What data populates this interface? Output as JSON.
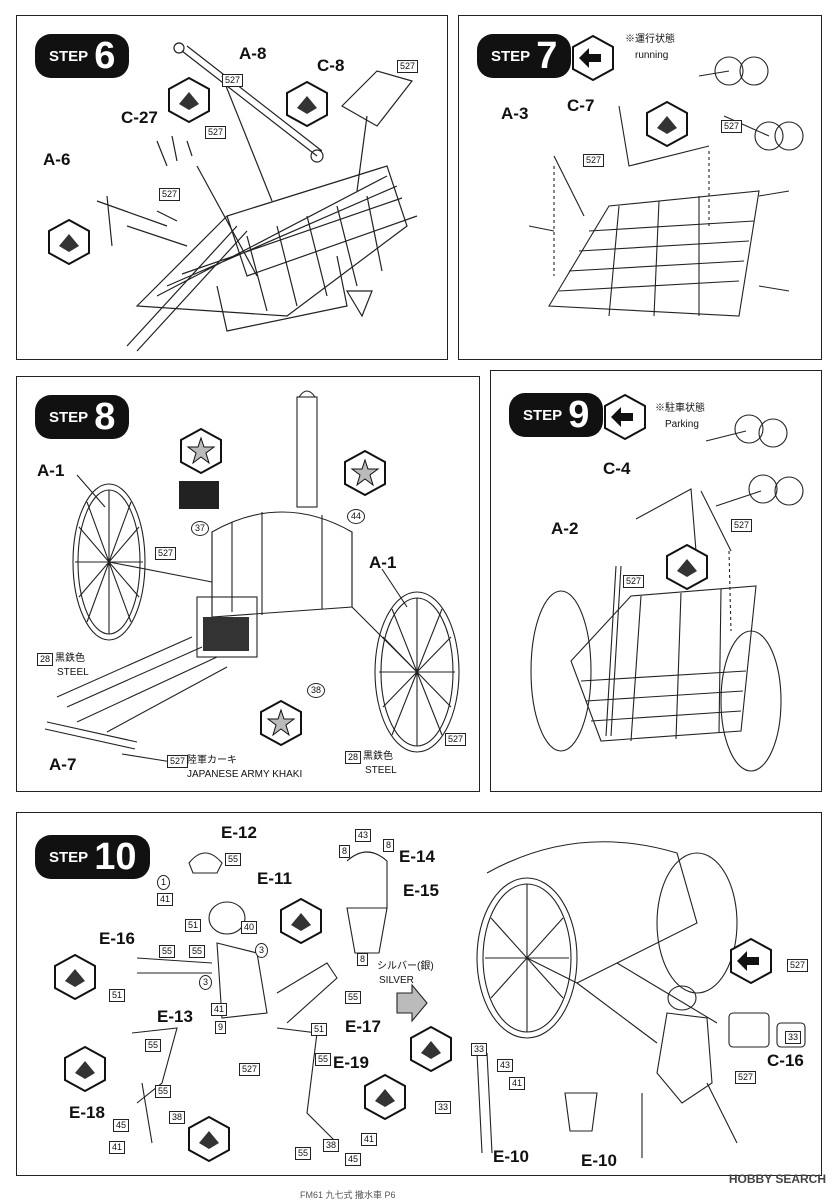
{
  "steps": {
    "s6": {
      "word": "STEP",
      "num": "6",
      "parts": {
        "a8": "A-8",
        "c8": "C-8",
        "c27": "C-27",
        "a6": "A-6"
      },
      "paint": "527"
    },
    "s7": {
      "word": "STEP",
      "num": "7",
      "note": "※運行状態",
      "note_en": "running",
      "parts": {
        "a3": "A-3",
        "c7": "C-7"
      },
      "paint": "527"
    },
    "s8": {
      "word": "STEP",
      "num": "8",
      "parts": {
        "a1l": "A-1",
        "a1r": "A-1",
        "a7": "A-7"
      },
      "paint": {
        "p527": "527",
        "p28": "28",
        "p37": "37",
        "p44": "44",
        "p38": "38"
      },
      "color1_jp": "黒鉄色",
      "color1_en": "STEEL",
      "color2_jp": "陸軍カーキ",
      "color2_en": "JAPANESE ARMY KHAKI"
    },
    "s9": {
      "word": "STEP",
      "num": "9",
      "note": "※駐車状態",
      "note_en": "Parking",
      "parts": {
        "c4": "C-4",
        "a2": "A-2"
      },
      "paint": "527"
    },
    "s10": {
      "word": "STEP",
      "num": "10",
      "parts": {
        "e12": "E-12",
        "e11": "E-11",
        "e14": "E-14",
        "e15": "E-15",
        "e16": "E-16",
        "e13": "E-13",
        "e17": "E-17",
        "e18": "E-18",
        "e19": "E-19",
        "e10a": "E-10",
        "e10b": "E-10",
        "c16": "C-16"
      },
      "silver_jp": "シルバー(銀)",
      "silver_en": "SILVER",
      "paint": {
        "p55": "55",
        "p41": "41",
        "p1": "1",
        "p51": "51",
        "p40": "40",
        "p3": "3",
        "p9": "9",
        "p45": "45",
        "p38": "38",
        "p43": "43",
        "p8": "8",
        "p33": "33",
        "p527": "527"
      }
    }
  },
  "footer": "FM61 九七式 撒水車 P6",
  "watermark": "HOBBY SEARCH"
}
